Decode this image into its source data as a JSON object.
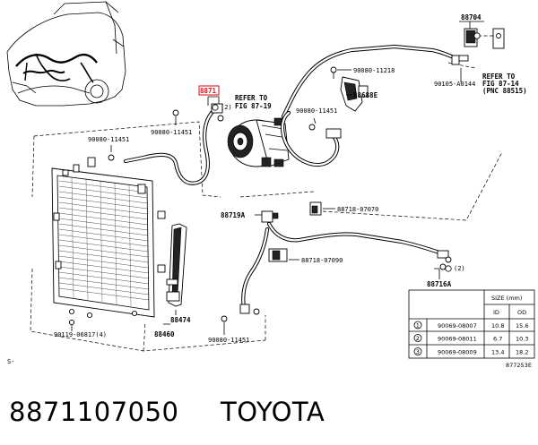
{
  "callouts": {
    "c_88704": "88704",
    "c_88711": "8871",
    "c_88711_qty": "(2)",
    "c_refer_87_19_a": "REFER TO",
    "c_refer_87_19_b": "FIG 87-19",
    "c_90080_11218": "90080-11218",
    "c_refer_87_14_a": "REFER TO",
    "c_refer_87_14_b": "FIG 87-14",
    "c_refer_87_14_c": "(PNC 88515)",
    "c_90105_a0144": "90105-A0144",
    "c_88688e": "88688E",
    "c_90080_11451_top": "90080-11451",
    "c_90080_11451_mid": "90080-11451",
    "c_90080_11451_left": "90080-11451",
    "c_90080_11451_bottom": "90080-11451",
    "c_88719a": "88719A",
    "c_88718_07070": "88718-07070",
    "c_88718_07090": "88718-07090",
    "c_88716a": "88716A",
    "c_88716a_qty": "(2)",
    "c_88474": "88474",
    "c_88460": "88460",
    "c_90119_06817": "90119-06817(4)",
    "c_s_mark": "S-"
  },
  "size_table": {
    "header": "SIZE (mm)",
    "col_id": "ID",
    "col_od": "OD",
    "rows": [
      {
        "num": "1",
        "part": "90069-08007",
        "id": "10.8",
        "od": "15.6"
      },
      {
        "num": "2",
        "part": "90069-08011",
        "id": "6.7",
        "od": "10.3"
      },
      {
        "num": "3",
        "part": "90069-08009",
        "id": "13.4",
        "od": "18.2"
      }
    ]
  },
  "figure_code": "877253E",
  "caption": {
    "part_number": "8871107050",
    "brand": "TOYOTA"
  },
  "colors": {
    "highlight": "#e0202a",
    "ink": "#000000",
    "background": "#ffffff"
  }
}
